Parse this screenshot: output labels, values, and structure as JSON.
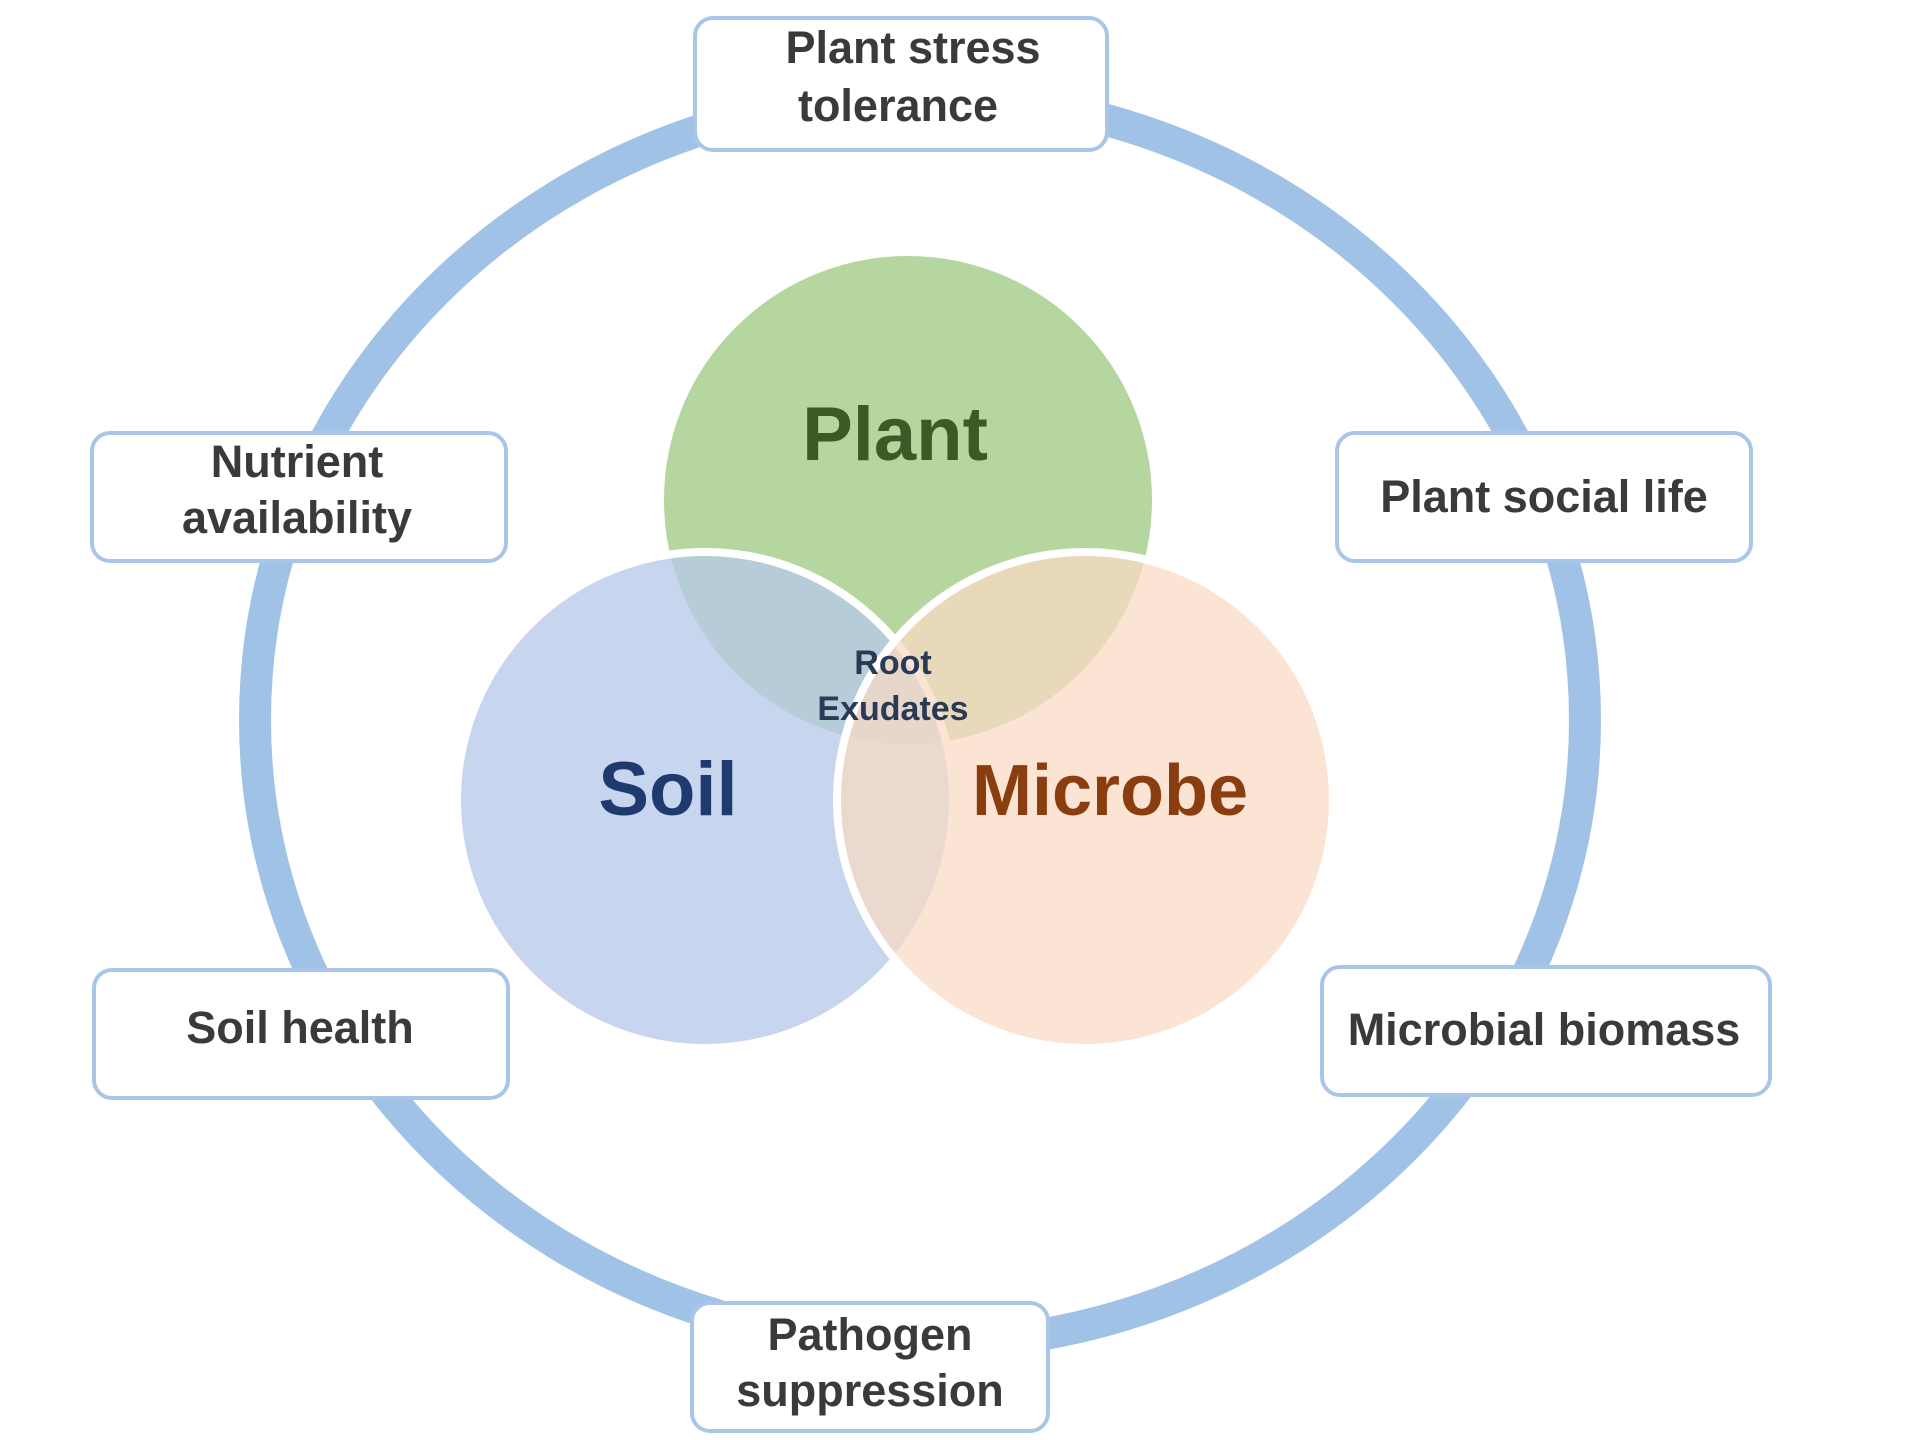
{
  "venn": {
    "plant": {
      "label": "Plant",
      "fill": "#a9cf8f",
      "text_color": "#3b5a26"
    },
    "soil": {
      "label": "Soil",
      "fill": "#b7c9e9",
      "text_color": "#1f3a6e"
    },
    "microbe": {
      "label": "Microbe",
      "fill": "#f9d9c3",
      "text_color": "#8a3e0f"
    },
    "center": {
      "line1": "Root",
      "line2": "Exudates",
      "text_color": "#2a3a55"
    }
  },
  "ring": {
    "color": "#9fc2e6"
  },
  "boxes": {
    "top": {
      "line1": "Plant stress",
      "line2": "tolerance"
    },
    "upper_left": {
      "line1": "Nutrient",
      "line2": "availability"
    },
    "upper_right": {
      "line1": "Plant social life"
    },
    "lower_left": {
      "line1": "Soil health"
    },
    "lower_right": {
      "line1": "Microbial biomass"
    },
    "bottom": {
      "line1": "Pathogen",
      "line2": "suppression"
    }
  },
  "box_border_color": "#a9c6e8"
}
